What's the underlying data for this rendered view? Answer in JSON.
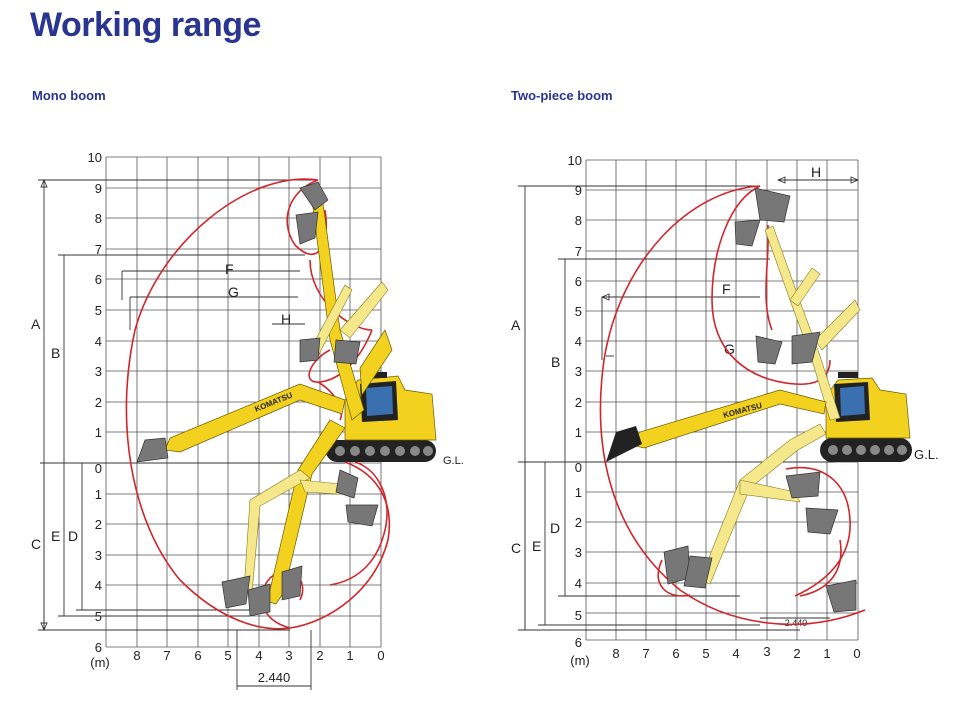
{
  "page": {
    "title": "Working range"
  },
  "mono": {
    "subtitle": "Mono boom",
    "y_up": [
      "10",
      "9",
      "8",
      "7",
      "6",
      "5",
      "4",
      "3",
      "2",
      "1",
      "0"
    ],
    "y_down": [
      "1",
      "2",
      "3",
      "4",
      "5",
      "6"
    ],
    "x_ticks": [
      "8",
      "7",
      "6",
      "5",
      "4",
      "3",
      "2",
      "1",
      "0"
    ],
    "unit": "(m)",
    "labels": {
      "A": "A",
      "B": "B",
      "C": "C",
      "D": "D",
      "E": "E",
      "F": "F",
      "G": "G",
      "H": "H"
    },
    "gl": "G.L.",
    "width_value": "2.440",
    "brand": "KOMATSU"
  },
  "twopiece": {
    "subtitle": "Two-piece boom",
    "y_up": [
      "10",
      "9",
      "8",
      "7",
      "6",
      "5",
      "4",
      "3",
      "2",
      "1",
      "0"
    ],
    "y_down": [
      "1",
      "2",
      "3",
      "4",
      "5",
      "6"
    ],
    "x_ticks": [
      "8",
      "7",
      "6",
      "5",
      "4",
      "3",
      "2",
      "1",
      "0"
    ],
    "unit": "(m)",
    "labels": {
      "A": "A",
      "B": "B",
      "C": "C",
      "D": "D",
      "E": "E",
      "F": "F",
      "G": "G",
      "H": "H"
    },
    "gl": "G.L.",
    "width_value": "2.440",
    "brand": "KOMATSU"
  },
  "colors": {
    "title": "#2a3590",
    "envelope": "#d0262b",
    "machine": "#f2d21f"
  }
}
